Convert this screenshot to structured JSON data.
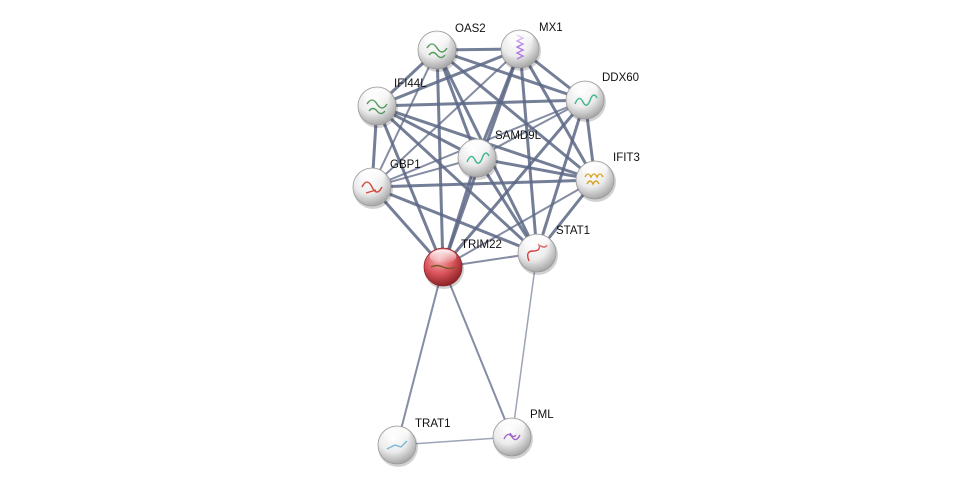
{
  "network": {
    "colors": {
      "edge": "#5c6785",
      "node_default": "#d9d9d9",
      "node_query": "#d9535a",
      "label": "#111111"
    },
    "nodes": [
      {
        "id": "OAS2",
        "label": "OAS2",
        "query": false,
        "structure": "multicolor-fold"
      },
      {
        "id": "MX1",
        "label": "MX1",
        "query": false,
        "structure": "purple-helix"
      },
      {
        "id": "DDX60",
        "label": "DDX60",
        "query": false,
        "structure": "green-fold"
      },
      {
        "id": "IFI44L",
        "label": "IFI44L",
        "query": false,
        "structure": "multicolor-fold"
      },
      {
        "id": "SAMD9L",
        "label": "SAMD9L",
        "query": false,
        "structure": "green-fold"
      },
      {
        "id": "GBP1",
        "label": "GBP1",
        "query": false,
        "structure": "red-green-fold"
      },
      {
        "id": "IFIT3",
        "label": "IFIT3",
        "query": false,
        "structure": "yellow-helix"
      },
      {
        "id": "TRIM22",
        "label": "TRIM22",
        "query": true,
        "structure": "coil"
      },
      {
        "id": "STAT1",
        "label": "STAT1",
        "query": false,
        "structure": "red-coil"
      },
      {
        "id": "TRAT1",
        "label": "TRAT1",
        "query": false,
        "structure": "faint-coil"
      },
      {
        "id": "PML",
        "label": "PML",
        "query": false,
        "structure": "purple-coil"
      }
    ],
    "edges": [
      {
        "source": "OAS2",
        "target": "MX1",
        "weight": 3
      },
      {
        "source": "OAS2",
        "target": "DDX60",
        "weight": 3
      },
      {
        "source": "OAS2",
        "target": "IFI44L",
        "weight": 3
      },
      {
        "source": "OAS2",
        "target": "SAMD9L",
        "weight": 3
      },
      {
        "source": "OAS2",
        "target": "GBP1",
        "weight": 2
      },
      {
        "source": "OAS2",
        "target": "IFIT3",
        "weight": 3
      },
      {
        "source": "OAS2",
        "target": "TRIM22",
        "weight": 3
      },
      {
        "source": "OAS2",
        "target": "STAT1",
        "weight": 3
      },
      {
        "source": "MX1",
        "target": "DDX60",
        "weight": 3
      },
      {
        "source": "MX1",
        "target": "IFI44L",
        "weight": 3
      },
      {
        "source": "MX1",
        "target": "SAMD9L",
        "weight": 3
      },
      {
        "source": "MX1",
        "target": "GBP1",
        "weight": 2
      },
      {
        "source": "MX1",
        "target": "IFIT3",
        "weight": 3
      },
      {
        "source": "MX1",
        "target": "TRIM22",
        "weight": 3
      },
      {
        "source": "MX1",
        "target": "STAT1",
        "weight": 3
      },
      {
        "source": "DDX60",
        "target": "IFI44L",
        "weight": 3
      },
      {
        "source": "DDX60",
        "target": "SAMD9L",
        "weight": 2
      },
      {
        "source": "DDX60",
        "target": "GBP1",
        "weight": 2
      },
      {
        "source": "DDX60",
        "target": "IFIT3",
        "weight": 3
      },
      {
        "source": "DDX60",
        "target": "TRIM22",
        "weight": 3
      },
      {
        "source": "DDX60",
        "target": "STAT1",
        "weight": 3
      },
      {
        "source": "IFI44L",
        "target": "SAMD9L",
        "weight": 3
      },
      {
        "source": "IFI44L",
        "target": "GBP1",
        "weight": 3
      },
      {
        "source": "IFI44L",
        "target": "IFIT3",
        "weight": 3
      },
      {
        "source": "IFI44L",
        "target": "TRIM22",
        "weight": 3
      },
      {
        "source": "IFI44L",
        "target": "STAT1",
        "weight": 3
      },
      {
        "source": "SAMD9L",
        "target": "GBP1",
        "weight": 2
      },
      {
        "source": "SAMD9L",
        "target": "IFIT3",
        "weight": 3
      },
      {
        "source": "SAMD9L",
        "target": "TRIM22",
        "weight": 3
      },
      {
        "source": "SAMD9L",
        "target": "STAT1",
        "weight": 3
      },
      {
        "source": "GBP1",
        "target": "IFIT3",
        "weight": 3
      },
      {
        "source": "GBP1",
        "target": "TRIM22",
        "weight": 3
      },
      {
        "source": "GBP1",
        "target": "STAT1",
        "weight": 3
      },
      {
        "source": "IFIT3",
        "target": "TRIM22",
        "weight": 2
      },
      {
        "source": "IFIT3",
        "target": "STAT1",
        "weight": 3
      },
      {
        "source": "TRIM22",
        "target": "STAT1",
        "weight": 2
      },
      {
        "source": "TRIM22",
        "target": "TRAT1",
        "weight": 2
      },
      {
        "source": "TRIM22",
        "target": "PML",
        "weight": 2
      },
      {
        "source": "STAT1",
        "target": "PML",
        "weight": 1.5
      },
      {
        "source": "TRAT1",
        "target": "PML",
        "weight": 1.5
      }
    ]
  }
}
